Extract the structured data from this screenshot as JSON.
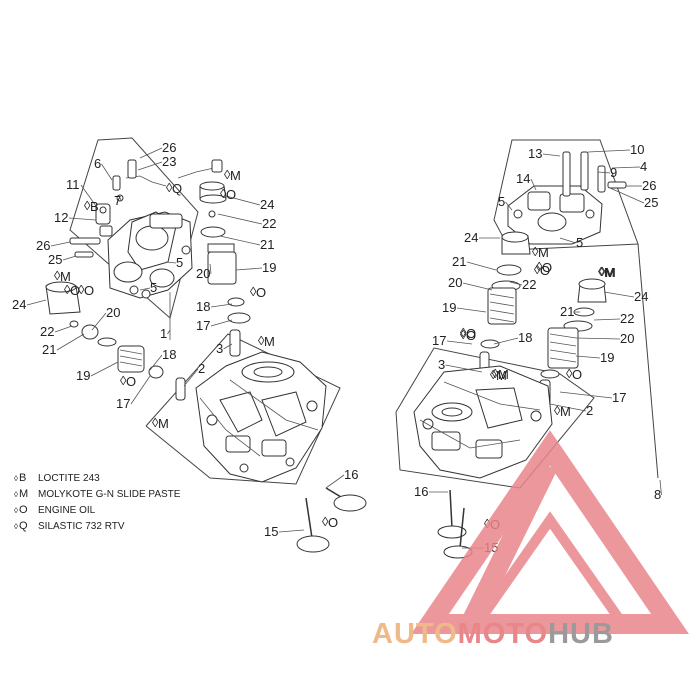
{
  "diagram": {
    "left_callouts": [
      {
        "n": "26"
      },
      {
        "n": "23"
      },
      {
        "n": "6"
      },
      {
        "n": "7"
      },
      {
        "n": "11"
      },
      {
        "n": "12"
      },
      {
        "n": "26"
      },
      {
        "n": "25"
      },
      {
        "n": "5"
      },
      {
        "n": "5"
      },
      {
        "n": "24"
      },
      {
        "n": "22"
      },
      {
        "n": "21"
      },
      {
        "n": "20"
      },
      {
        "n": "19"
      },
      {
        "n": "18"
      },
      {
        "n": "17"
      },
      {
        "n": "24"
      },
      {
        "n": "22"
      },
      {
        "n": "21"
      },
      {
        "n": "20"
      },
      {
        "n": "19"
      },
      {
        "n": "18"
      },
      {
        "n": "17"
      },
      {
        "n": "3"
      },
      {
        "n": "1"
      },
      {
        "n": "2"
      },
      {
        "n": "16"
      },
      {
        "n": "15"
      }
    ],
    "right_callouts": [
      {
        "n": "13"
      },
      {
        "n": "10"
      },
      {
        "n": "9"
      },
      {
        "n": "4"
      },
      {
        "n": "14"
      },
      {
        "n": "26"
      },
      {
        "n": "25"
      },
      {
        "n": "5"
      },
      {
        "n": "5"
      },
      {
        "n": "24"
      },
      {
        "n": "21"
      },
      {
        "n": "20"
      },
      {
        "n": "19"
      },
      {
        "n": "22"
      },
      {
        "n": "24"
      },
      {
        "n": "21"
      },
      {
        "n": "22"
      },
      {
        "n": "20"
      },
      {
        "n": "19"
      },
      {
        "n": "17"
      },
      {
        "n": "18"
      },
      {
        "n": "3"
      },
      {
        "n": "17"
      },
      {
        "n": "2"
      },
      {
        "n": "8"
      },
      {
        "n": "16"
      },
      {
        "n": "15"
      }
    ],
    "material_marks": [
      {
        "code": "M"
      },
      {
        "code": "Q"
      },
      {
        "code": "M"
      },
      {
        "code": "O"
      },
      {
        "code": "B"
      },
      {
        "code": "M"
      },
      {
        "code": "O"
      },
      {
        "code": "O"
      },
      {
        "code": "O"
      },
      {
        "code": "M"
      },
      {
        "code": "M"
      },
      {
        "code": "O"
      },
      {
        "code": "M"
      },
      {
        "code": "O"
      },
      {
        "code": "O"
      },
      {
        "code": "M"
      },
      {
        "code": "O"
      },
      {
        "code": "M"
      },
      {
        "code": "O"
      },
      {
        "code": "O"
      },
      {
        "code": "M"
      },
      {
        "code": "O"
      },
      {
        "code": "M"
      },
      {
        "code": "O"
      }
    ]
  },
  "legend": [
    {
      "code": "B",
      "text": "LOCTITE 243"
    },
    {
      "code": "M",
      "text": "MOLYKOTE G-N SLIDE PASTE"
    },
    {
      "code": "O",
      "text": "ENGINE OIL"
    },
    {
      "code": "Q",
      "text": "SILASTIC 732 RTV"
    }
  ],
  "watermark": {
    "part1": "AUTO",
    "part2": "MOTO",
    "part3": "HUB",
    "color_orange": "#f0b98a",
    "color_red": "#e8868a",
    "color_gray": "#9a9a9a"
  }
}
